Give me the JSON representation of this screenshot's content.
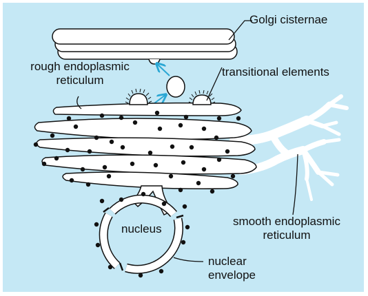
{
  "labels": {
    "golgi": "Golgi cisternae",
    "rough_er_line1": "rough endoplasmic",
    "rough_er_line2": "reticulum",
    "transitional": "transitional elements",
    "smooth_er_line1": "smooth endoplasmic",
    "smooth_er_line2": "reticulum",
    "nucleus": "nucleus",
    "nuclear_line1": "nuclear",
    "nuclear_line2": "envelope"
  },
  "colors": {
    "background": "#c5e8f5",
    "membrane_fill": "#ffffff",
    "outline": "#111111",
    "arrow": "#2aa7d4",
    "ribosome": "#111111"
  }
}
